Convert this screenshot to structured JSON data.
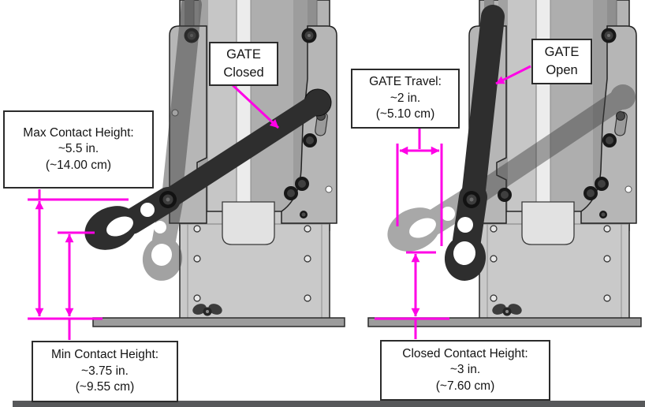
{
  "colors": {
    "annotation": "#ff00e6",
    "background": "#ffffff",
    "arm_dark": "#2e2e2e",
    "machine_gray": "#b5b5b5"
  },
  "annotations": {
    "gate_closed": {
      "l1": "GATE",
      "l2": "Closed"
    },
    "gate_open": {
      "l1": "GATE",
      "l2": "Open"
    },
    "max_contact": {
      "l1": "Max Contact Height:",
      "l2": "~5.5 in.",
      "l3": "(~14.00 cm)"
    },
    "min_contact": {
      "l1": "Min Contact Height:",
      "l2": "~3.75 in.",
      "l3": "(~9.55 cm)"
    },
    "gate_travel": {
      "l1": "GATE Travel:",
      "l2": "~2 in.",
      "l3": "(~5.10 cm)"
    },
    "closed_contact": {
      "l1": "Closed Contact Height:",
      "l2": "~3 in.",
      "l3": "(~7.60 cm)"
    }
  }
}
